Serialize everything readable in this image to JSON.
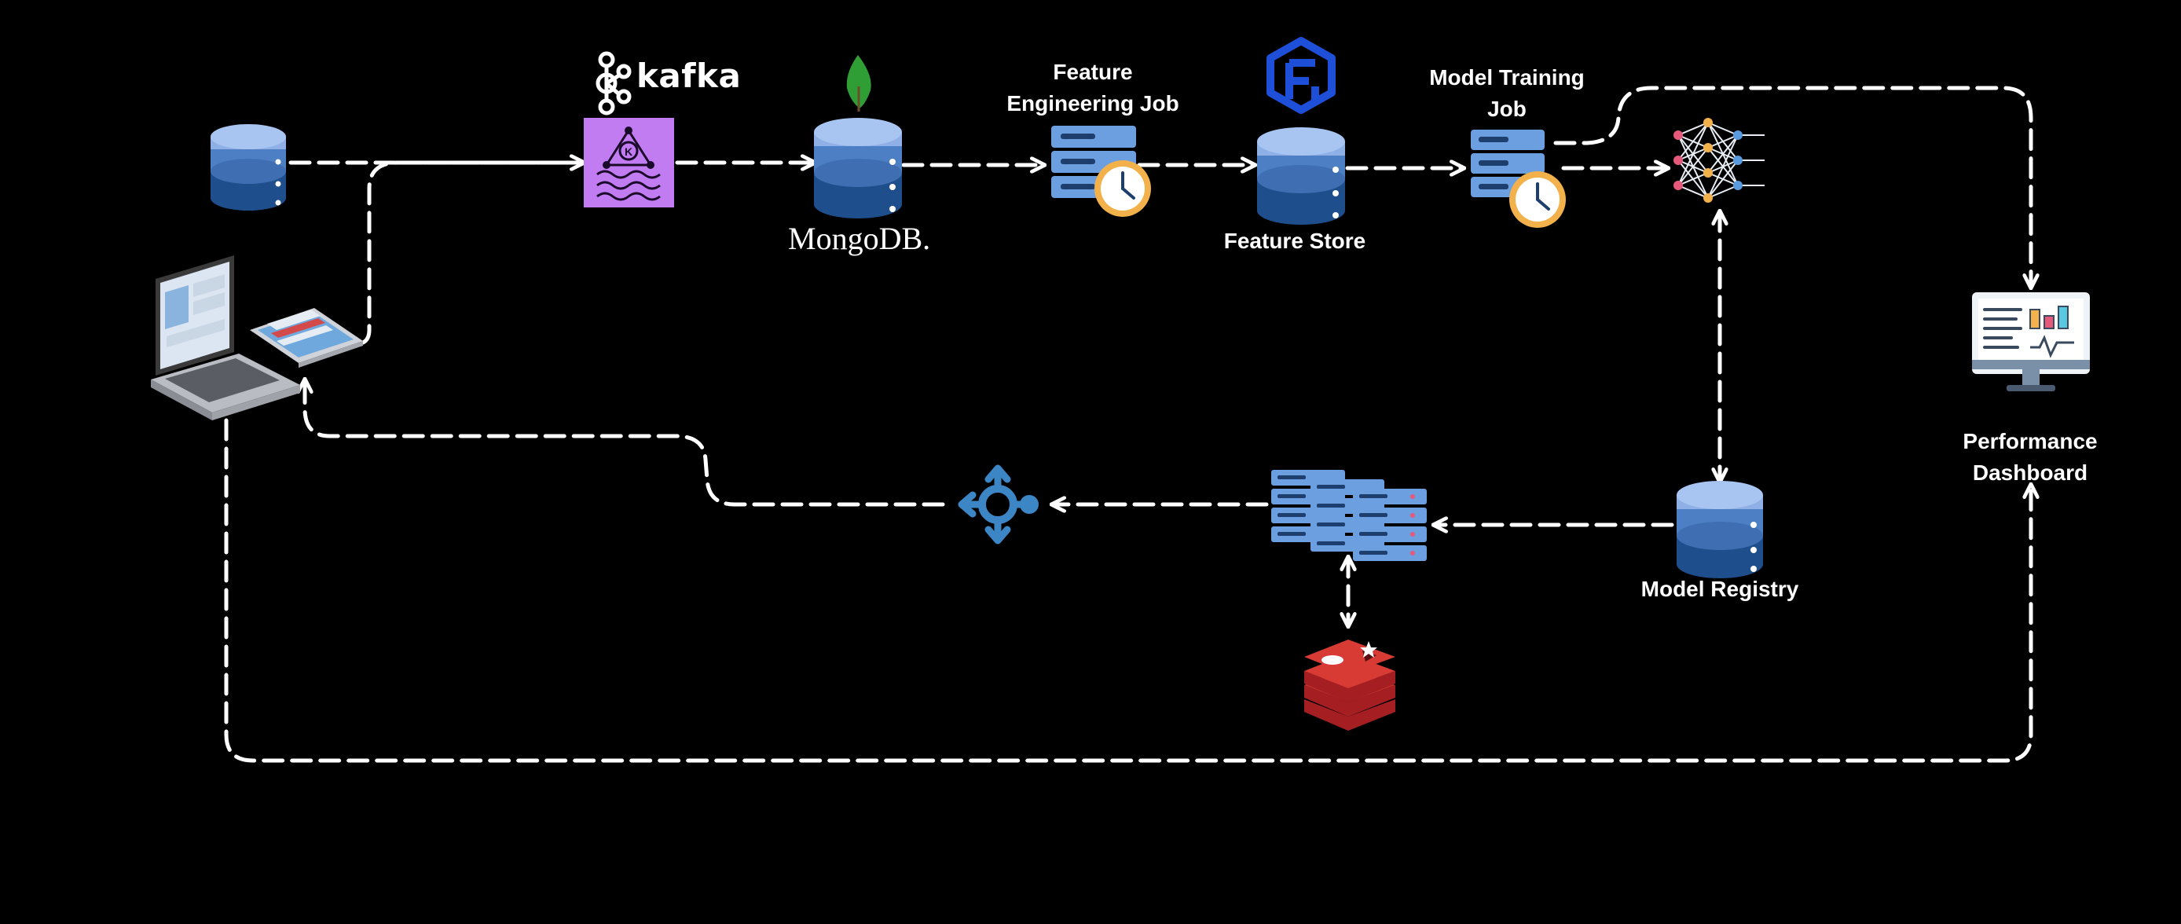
{
  "labels": {
    "kafka": "kafka",
    "mongodb": "MongoDB.",
    "feature_engineering_job": [
      "Feature",
      "Engineering Job"
    ],
    "feature_store": "Feature Store",
    "model_training_job": [
      "Model Training",
      "Job"
    ],
    "performance_dashboard": [
      "Performance",
      "Dashboard"
    ],
    "model_registry": "Model Registry"
  },
  "icons": {
    "source_database": "database-icon",
    "client_devices": "laptop-tablet-icon",
    "kafka_logo": "kafka-logo-icon",
    "kafka_stream": "kafka-stream-icon",
    "mongodb_leaf": "mongodb-leaf-icon",
    "mongodb_database": "database-icon",
    "feature_engineering_job": "server-clock-icon",
    "feature_store_logo": "feast-logo-icon",
    "feature_store_database": "database-icon",
    "model_training_job": "server-clock-icon",
    "neural_network": "neural-network-icon",
    "performance_dashboard": "monitor-dashboard-icon",
    "model_registry": "database-icon",
    "inference_servers": "server-cluster-icon",
    "redis_cache": "redis-icon",
    "load_balancer": "router-icon"
  },
  "colors": {
    "background": "#000000",
    "line": "#ffffff",
    "db_light": "#a8c4f0",
    "db_mid": "#4d7fc4",
    "db_dark": "#1e4f8c",
    "kafka_purple": "#c27cf2",
    "mongo_green": "#2f9e35",
    "feast_blue": "#1d4fd8",
    "redis_red": "#c4302b",
    "clock_orange": "#f2b14a",
    "router_blue": "#3c86c6"
  }
}
